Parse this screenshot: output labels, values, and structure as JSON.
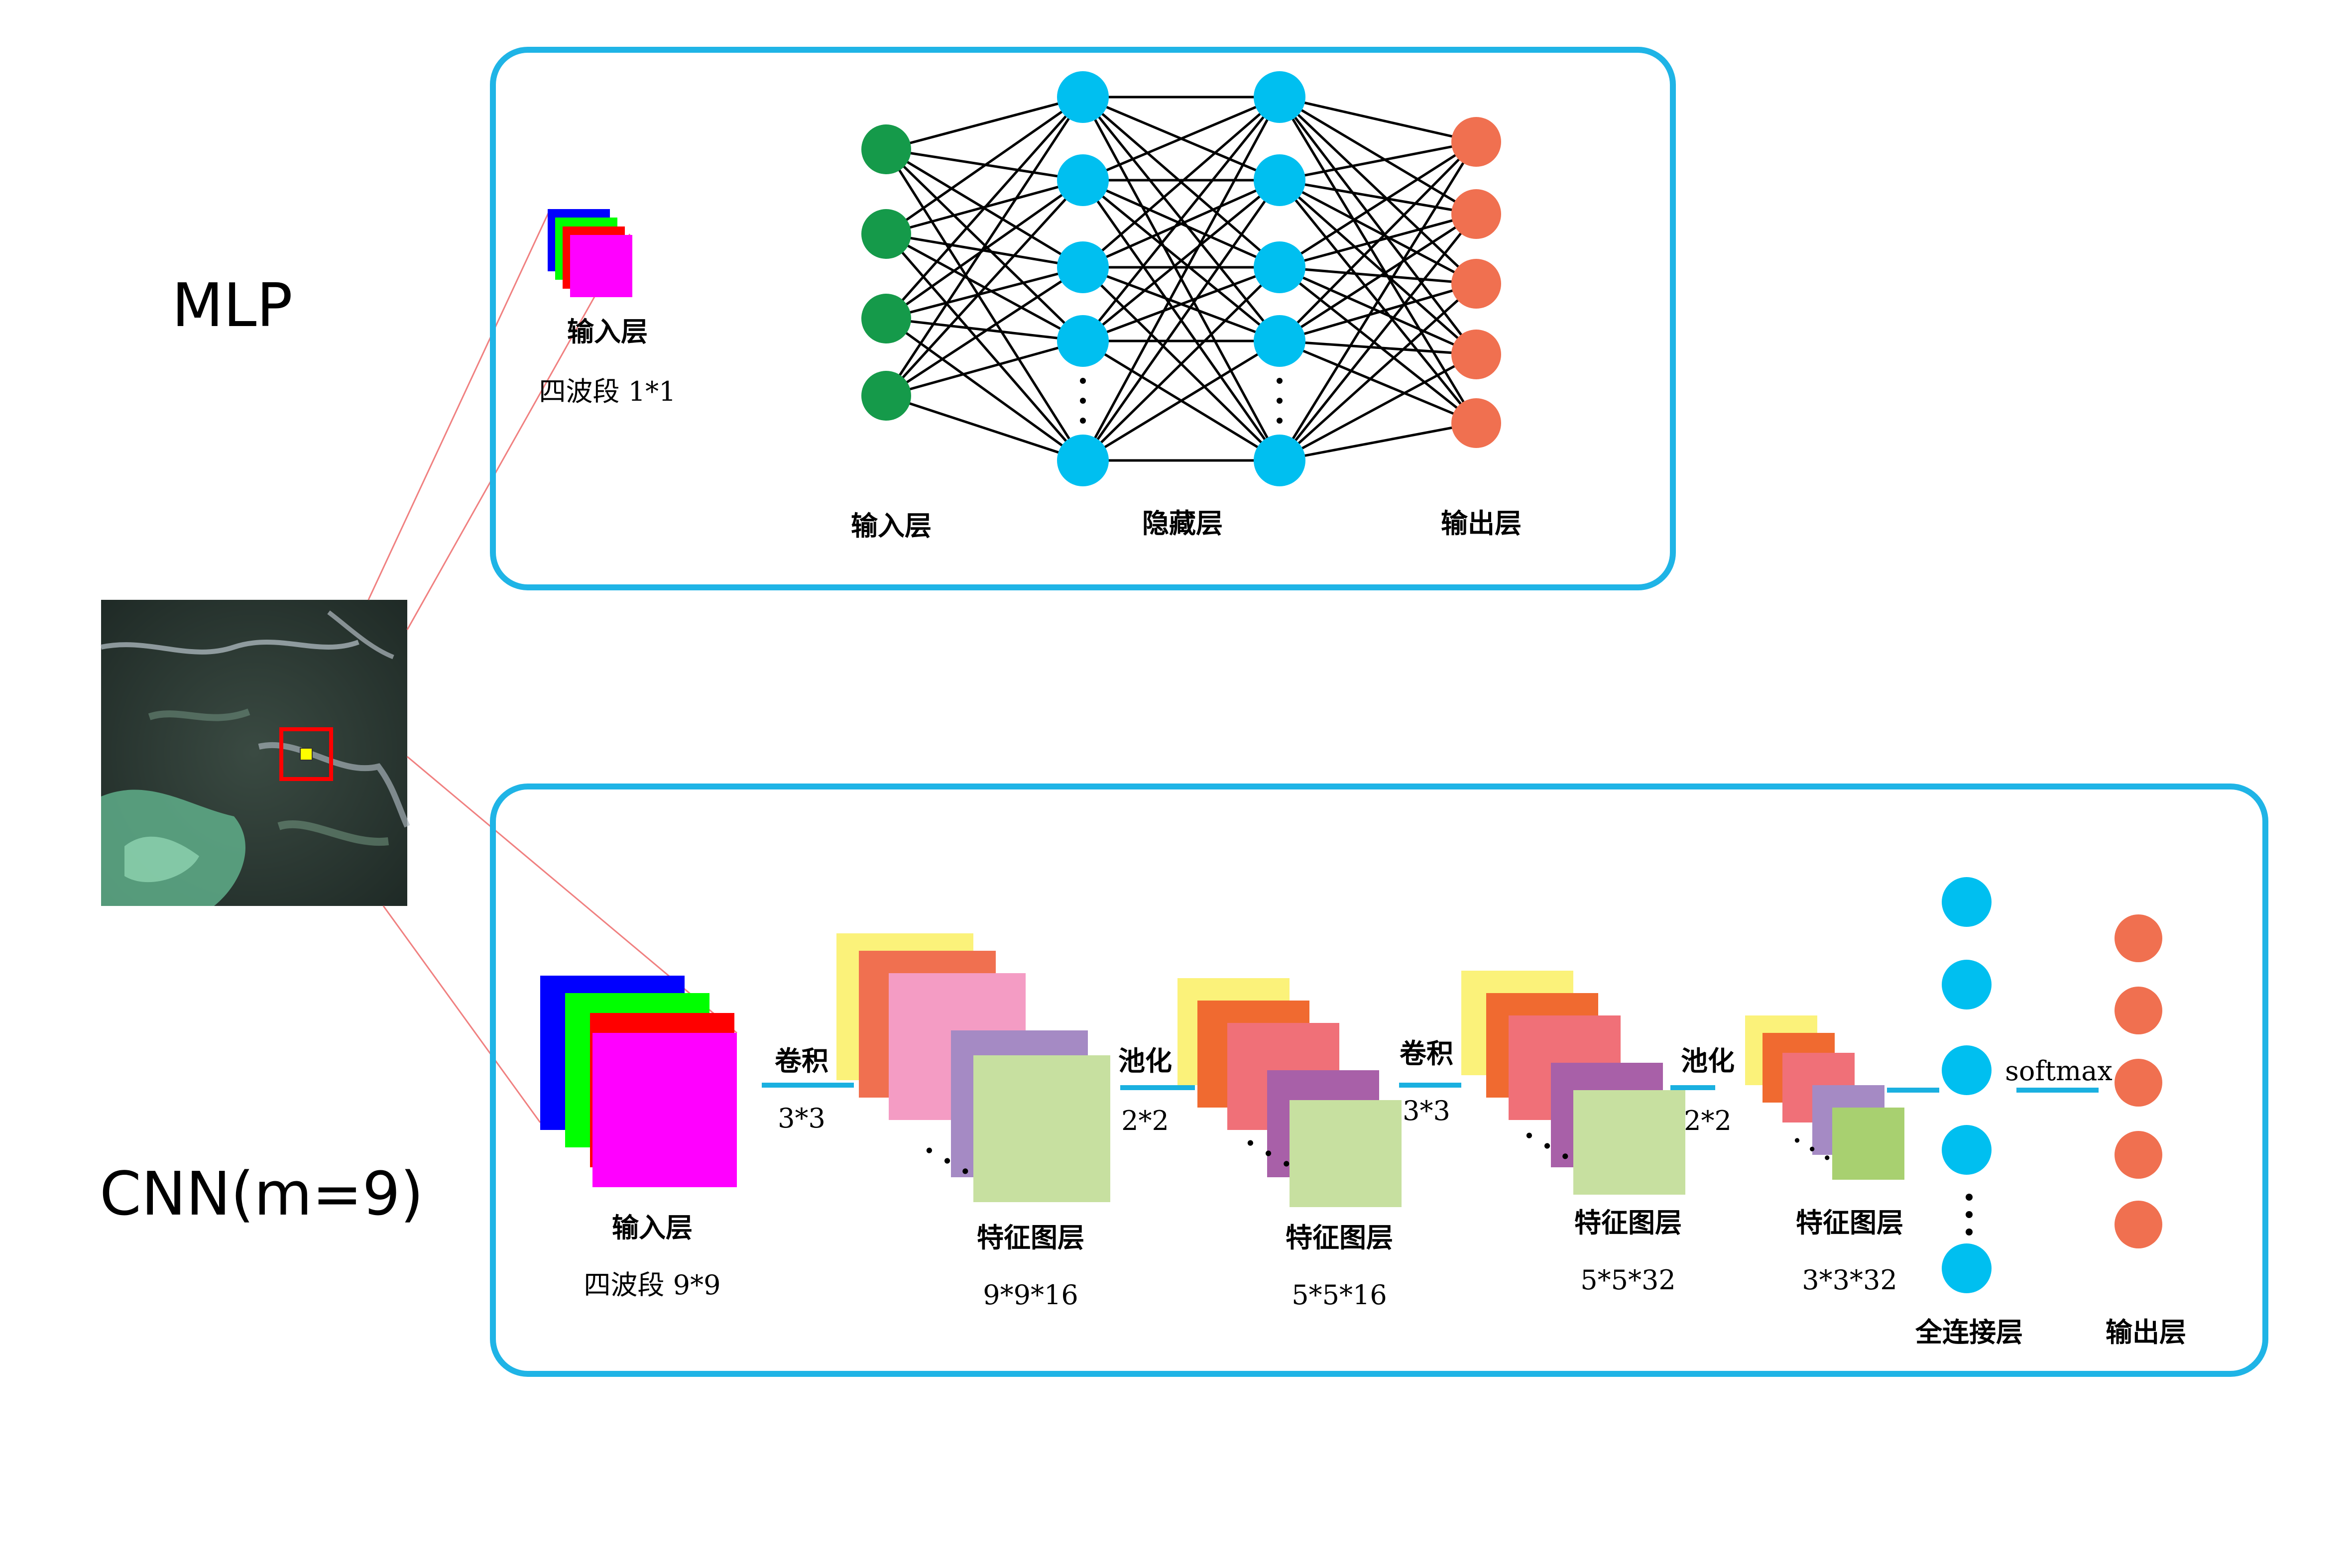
{
  "mlp": {
    "section_label": "MLP",
    "input_block": {
      "label": "输入层",
      "dims": "四波段 1*1"
    },
    "layer_labels": {
      "input": "输入层",
      "hidden": "隐藏层",
      "output": "输出层"
    },
    "neuron_counts": {
      "input": 4,
      "hidden1": 6,
      "hidden2": 6,
      "output": 5
    },
    "colors": {
      "input": "#159a4a",
      "hidden": "#00bff0",
      "output": "#f07050"
    }
  },
  "cnn": {
    "section_label": "CNN(m=9)",
    "input": {
      "label": "输入层",
      "dims": "四波段 9*9"
    },
    "operations": [
      {
        "name": "卷积",
        "kernel": "3*3"
      },
      {
        "name": "池化",
        "kernel": "2*2"
      },
      {
        "name": "卷积",
        "kernel": "3*3"
      },
      {
        "name": "池化",
        "kernel": "2*2"
      }
    ],
    "feature_maps": [
      {
        "label": "特征图层",
        "dims": "9*9*16"
      },
      {
        "label": "特征图层",
        "dims": "5*5*16"
      },
      {
        "label": "特征图层",
        "dims": "5*5*32"
      },
      {
        "label": "特征图层",
        "dims": "3*3*32"
      }
    ],
    "fc_label": "全连接层",
    "softmax_label": "softmax",
    "output_label": "输出层",
    "band_colors": [
      "#0000ff",
      "#00ff00",
      "#ff0000",
      "#ff00ff"
    ],
    "feature_colors": [
      "#fbf27a",
      "#f07050",
      "#f49cc4",
      "#a58ac4",
      "#c7e0a0"
    ]
  },
  "colors": {
    "panel_border": "#1fb4e6",
    "connector": "#1ab0e0",
    "guide_lines": "#f08080",
    "selection_box": "#ff0000",
    "pixel_marker": "#ffff00"
  }
}
